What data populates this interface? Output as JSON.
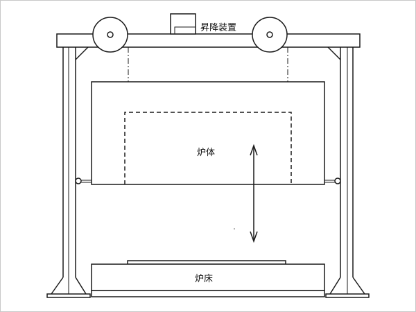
{
  "diagram": {
    "labels": {
      "lifting_device": "昇降装置",
      "furnace_body": "炉体",
      "furnace_bed": "炉床"
    },
    "line_color": "#1a1a1a",
    "background": "#ffffff"
  }
}
